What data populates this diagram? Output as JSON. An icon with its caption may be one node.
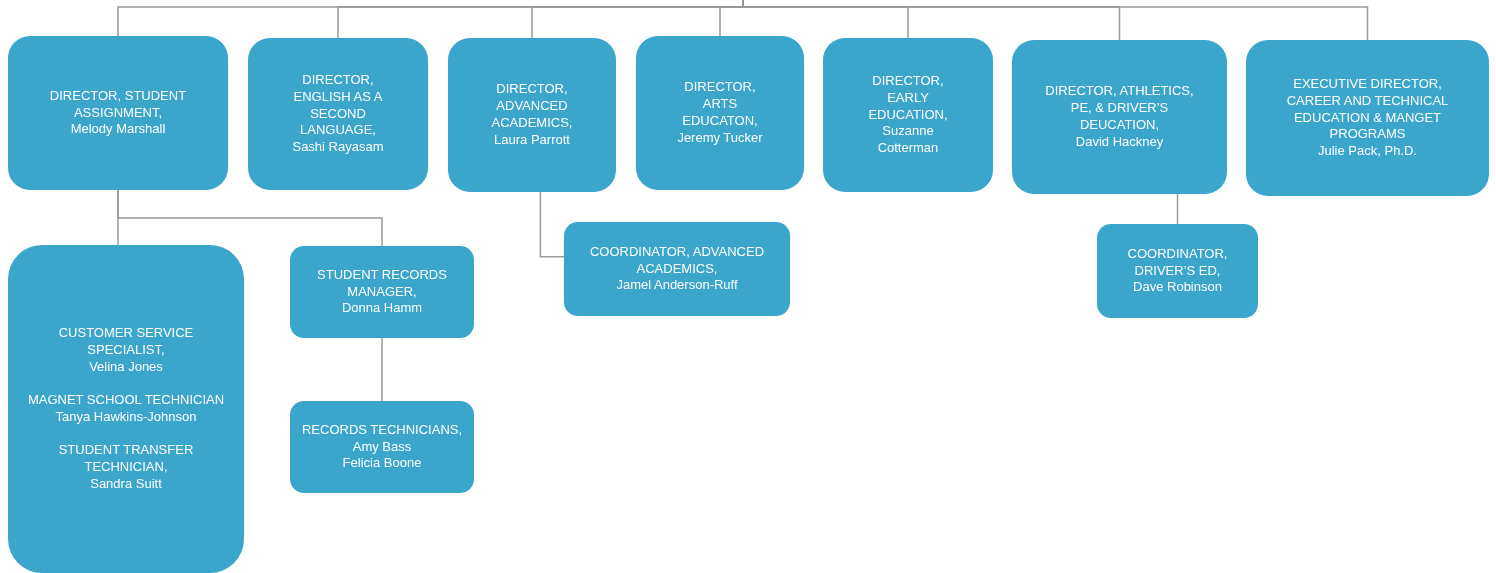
{
  "diagram": {
    "nodes": [
      {
        "text": [
          "DIRECTOR, STUDENT ASSIGNMENT,",
          "Melody Marshall"
        ]
      },
      {
        "text": [
          "DIRECTOR, ENGLISH AS A SECOND LANGUAGE,",
          "Sashi Rayasam"
        ]
      },
      {
        "text": [
          "DIRECTOR, ADVANCED ACADEMICS,",
          "Laura Parrott"
        ]
      },
      {
        "text": [
          "DIRECTOR, ARTS EDUCATON,",
          "Jeremy Tucker"
        ]
      },
      {
        "text": [
          "DIRECTOR, EARLY EDUCATION,",
          "Suzanne Cotterman"
        ]
      },
      {
        "text": [
          "DIRECTOR, ATHLETICS, PE, & DRIVER’S DEUCATION,",
          "David Hackney"
        ]
      },
      {
        "text": [
          "EXECUTIVE DIRECTOR, CAREER AND TECHNICAL EDUCATION & MANGET PROGRAMS",
          "Julie Pack, Ph.D."
        ]
      },
      {
        "text": [
          "CUSTOMER SERVICE SPECIALIST,",
          "Velina Jones",
          "MAGNET SCHOOL TECHNICIAN",
          "Tanya Hawkins-Johnson",
          "STUDENT TRANSFER TECHNICIAN,",
          "Sandra Suitt"
        ]
      },
      {
        "text": [
          "STUDENT RECORDS MANAGER,",
          "Donna Hamm"
        ]
      },
      {
        "text": [
          "RECORDS TECHNICIANS,",
          "Amy Bass",
          "Felicia Boone"
        ]
      },
      {
        "text": [
          "COORDINATOR, ADVANCED ACADEMICS,",
          "Jamel Anderson-Ruff"
        ]
      },
      {
        "text": [
          "COORDINATOR, DRIVER’S ED,",
          "Dave Robinson"
        ]
      }
    ],
    "edges": [
      {
        "from": null,
        "to": 0,
        "arrow": "none"
      },
      {
        "from": null,
        "to": 1,
        "arrow": "none"
      },
      {
        "from": null,
        "to": 2,
        "arrow": "none"
      },
      {
        "from": null,
        "to": 3,
        "arrow": "none"
      },
      {
        "from": null,
        "to": 4,
        "arrow": "none"
      },
      {
        "from": null,
        "to": 5,
        "arrow": "none"
      },
      {
        "from": null,
        "to": 6,
        "arrow": "none"
      },
      {
        "from": 0,
        "to": 7,
        "arrow": "none"
      },
      {
        "from": 0,
        "to": 8,
        "arrow": "none"
      },
      {
        "from": 8,
        "to": 9,
        "arrow": "none"
      },
      {
        "from": 2,
        "to": 10,
        "arrow": "none"
      },
      {
        "from": 5,
        "to": 11,
        "arrow": "none"
      }
    ]
  }
}
